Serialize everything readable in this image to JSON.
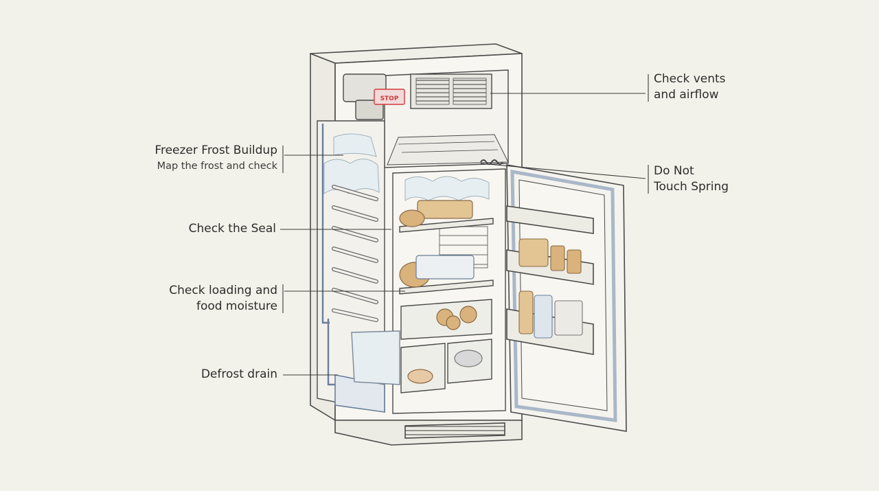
{
  "callouts": {
    "vents": {
      "line1": "Check vents",
      "line2": "and airflow"
    },
    "spring": {
      "line1": "Do Not",
      "line2": "Touch Spring"
    },
    "frost": {
      "title": "Freezer Frost Buildup",
      "subtitle": "Map the frost and check"
    },
    "seal": {
      "text": "Check the Seal"
    },
    "loading": {
      "line1": "Check loading and",
      "line2": "food moisture"
    },
    "drain": {
      "text": "Defrost drain"
    }
  },
  "labels": {
    "stop_tag": "STOP"
  },
  "colors": {
    "background": "#f3f2ea",
    "line": "#4a4a4a",
    "frost": "#e6eef2",
    "gasket": "#a9b7c8",
    "food": "#d9b27c",
    "warning": "#d23a3a"
  }
}
